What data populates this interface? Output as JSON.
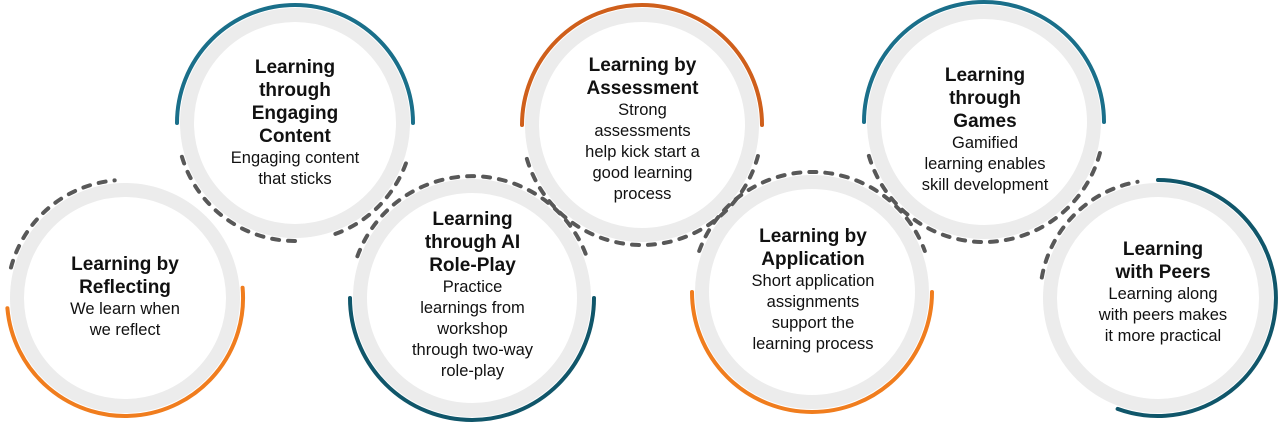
{
  "colors": {
    "orange": "#f07d1e",
    "teal_blue": "#1a6f8a",
    "dark_teal": "#10566a",
    "rust": "#cf5f1b",
    "connector": "#585858",
    "halo": "#ececec"
  },
  "nodes": [
    {
      "id": "reflecting",
      "title": "Learning by\nReflecting",
      "description": "We learn when\nwe reflect",
      "color": "orange"
    },
    {
      "id": "engaging-content",
      "title": "Learning\nthrough\nEngaging\nContent",
      "description": "Engaging content\nthat sticks",
      "color": "teal_blue"
    },
    {
      "id": "ai-role-play",
      "title": "Learning\nthrough AI\nRole-Play",
      "description": "Practice\nlearnings from\nworkshop\nthrough two-way\nrole-play",
      "color": "dark_teal"
    },
    {
      "id": "assessment",
      "title": "Learning by\nAssessment",
      "description": "Strong\nassessments\nhelp kick start a\ngood learning\nprocess",
      "color": "rust"
    },
    {
      "id": "application",
      "title": "Learning by\nApplication",
      "description": "Short application\nassignments\nsupport the\nlearning process",
      "color": "orange"
    },
    {
      "id": "games",
      "title": "Learning\nthrough\nGames",
      "description": "Gamified\nlearning enables\nskill development",
      "color": "teal_blue"
    },
    {
      "id": "peers",
      "title": "Learning\nwith Peers",
      "description": "Learning along\nwith peers makes\nit more practical",
      "color": "dark_teal"
    }
  ]
}
